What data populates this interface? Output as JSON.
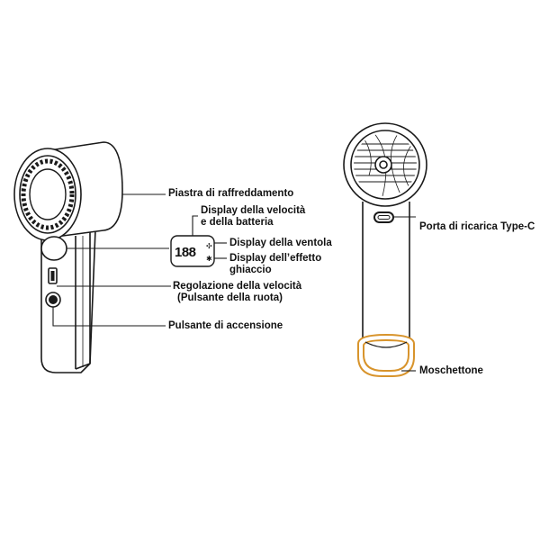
{
  "labels": {
    "cooling_plate": "Piastra di raffreddamento",
    "speed_battery_display_line1": "Display della velocità",
    "speed_battery_display_line2": "e della batteria",
    "fan_display": "Display della ventola",
    "ice_display_line1": "Display dell’effetto",
    "ice_display_line2": "ghiaccio",
    "speed_control_line1": "Regolazione della velocità",
    "speed_control_line2": "(Pulsante della ruota)",
    "power_button": "Pulsante di accensione",
    "charging_port": "Porta di ricarica Type-C",
    "carabiner": "Moschettone"
  },
  "display_digits": "188",
  "colors": {
    "line": "#1a1a1a",
    "carabiner": "#d8942c",
    "text": "#111111"
  },
  "icons": [
    "fan-icon",
    "snowflake-icon"
  ]
}
